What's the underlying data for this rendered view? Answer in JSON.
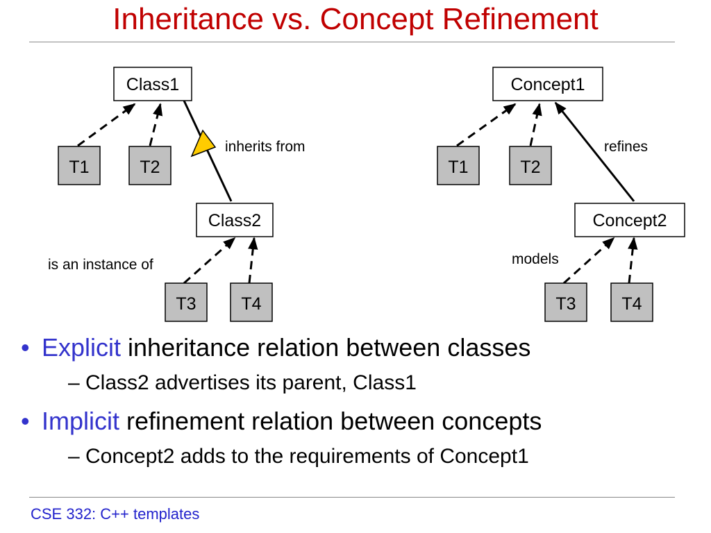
{
  "title": "Inheritance vs. Concept Refinement",
  "colors": {
    "title": "#c00000",
    "accent": "#3333cc",
    "footer": "#2222cc",
    "type_box_fill": "#c0c0c0",
    "triangle_fill": "#ffcc00",
    "text": "#000000"
  },
  "diagram": {
    "left": {
      "parent": "Class1",
      "child": "Class2",
      "relation": "inherits from",
      "instance_label": "is an instance of",
      "types_top": [
        "T1",
        "T2"
      ],
      "types_bottom": [
        "T3",
        "T4"
      ]
    },
    "right": {
      "parent": "Concept1",
      "child": "Concept2",
      "relation": "refines",
      "model_label": "models",
      "types_top": [
        "T1",
        "T2"
      ],
      "types_bottom": [
        "T3",
        "T4"
      ]
    }
  },
  "bullets": [
    {
      "highlight": "Explicit",
      "text": " inheritance relation between classes",
      "sub": "– Class2 advertises its parent, Class1"
    },
    {
      "highlight": "Implicit",
      "text": " refinement relation between concepts",
      "sub": "– Concept2 adds to the requirements of Concept1"
    }
  ],
  "footer": "CSE 332: C++ templates"
}
